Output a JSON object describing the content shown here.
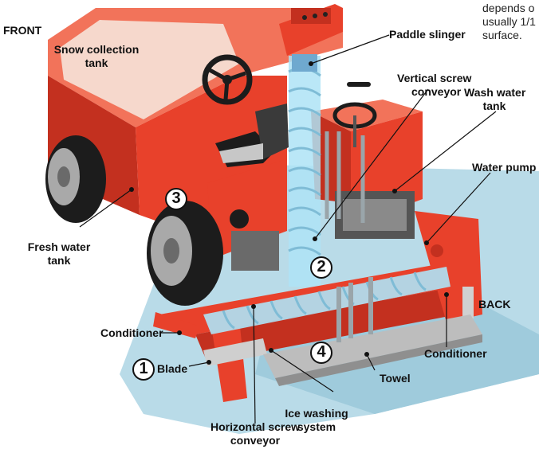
{
  "corner_text": [
    "depends o",
    "usually 1/1",
    "surface."
  ],
  "labels": {
    "front": "FRONT",
    "back": "BACK",
    "snow_tank": [
      "Snow collection",
      "tank"
    ],
    "paddle_slinger": "Paddle slinger",
    "vertical_screw": [
      "Vertical screw",
      "conveyor"
    ],
    "wash_water_tank": [
      "Wash water",
      "tank"
    ],
    "water_pump": "Water pump",
    "fresh_water_tank": [
      "Fresh water",
      "tank"
    ],
    "conditioner_left": "Conditioner",
    "conditioner_right": "Conditioner",
    "blade": "Blade",
    "towel": "Towel",
    "ice_washing": [
      "Ice washing",
      "system"
    ],
    "horizontal_screw": [
      "Horizontal screw",
      "conveyor"
    ]
  },
  "steps": [
    "1",
    "2",
    "3",
    "4"
  ],
  "colors": {
    "body_red": "#e8412b",
    "shade_red": "#c3301f",
    "light_red": "#f2735a",
    "ice_blue": "#b9dbe8",
    "screw_blue": "#aee3f6",
    "tire_black": "#1c1c1c"
  }
}
